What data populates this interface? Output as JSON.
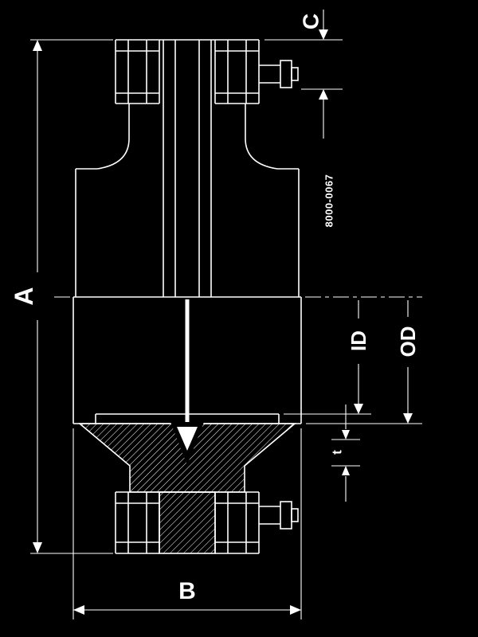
{
  "colors": {
    "background": "#000000",
    "line": "#ffffff",
    "text": "#ffffff"
  },
  "drawing": {
    "part_number": "8000-0067",
    "dimensions": {
      "a": "A",
      "b": "B",
      "c": "C",
      "id": "ID",
      "od": "OD",
      "t": "t"
    }
  }
}
